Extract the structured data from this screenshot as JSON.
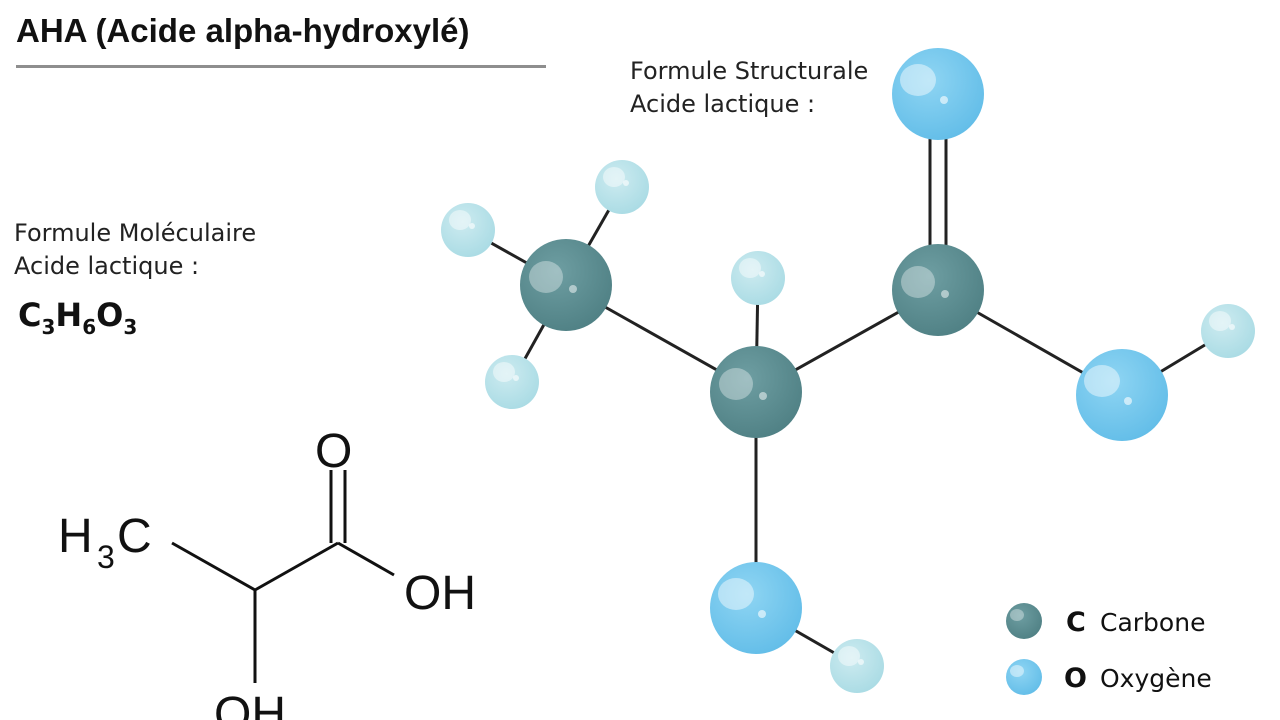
{
  "title": "AHA (Acide alpha-hydroxylé)",
  "molecular": {
    "heading_line1": "Formule Moléculaire",
    "heading_line2": "Acide lactique :",
    "formula": {
      "c": "C",
      "c_n": "3",
      "h": "H",
      "h_n": "6",
      "o": "O",
      "o_n": "3"
    }
  },
  "structural": {
    "heading_line1": "Formule Structurale",
    "heading_line2": "Acide lactique :"
  },
  "skeletal": {
    "o_top": "O",
    "h3c_h": "H",
    "h3c_n": "3",
    "h3c_c": "C",
    "oh_right": "OH",
    "oh_bottom": "OH"
  },
  "legend": [
    {
      "symbol": "C",
      "label": "Carbone",
      "color": "#5a8b8f"
    },
    {
      "symbol": "O",
      "label": "Oxygène",
      "color": "#74c8ee"
    }
  ],
  "colors": {
    "carbon": "#5a8b8f",
    "oxygen": "#74c8ee",
    "hydrogen": "#b8e2ea",
    "bond": "#222222"
  }
}
